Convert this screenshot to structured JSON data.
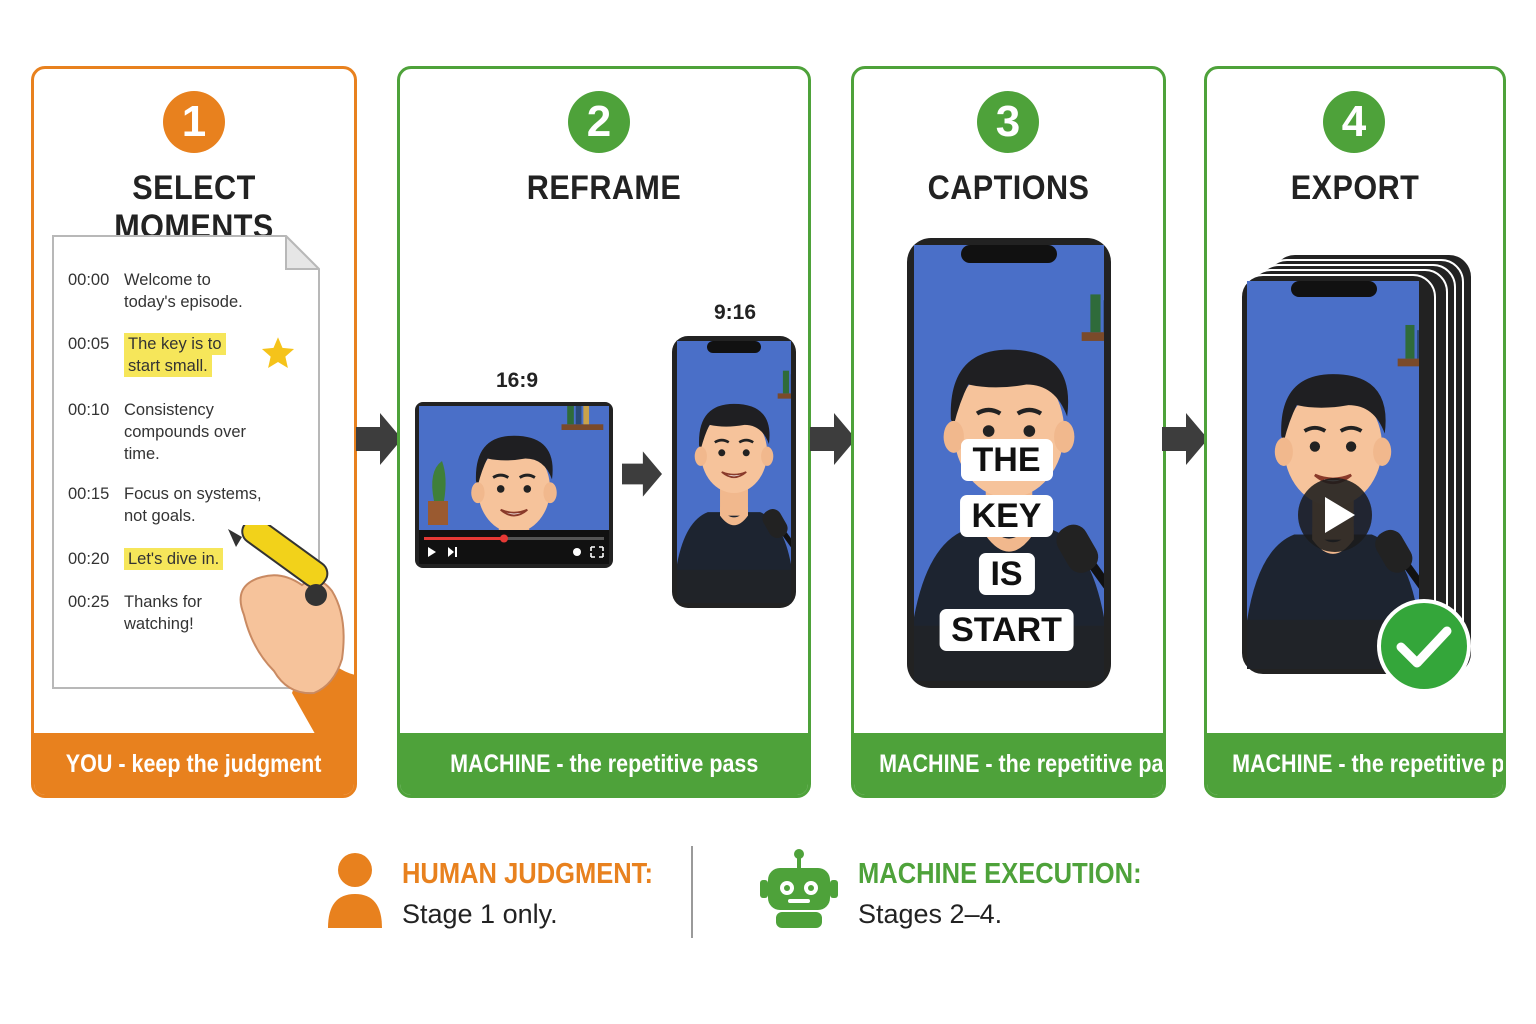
{
  "colors": {
    "human": "#e8811e",
    "machine": "#4ea23a",
    "scene_bg": "#4a6fc8",
    "shirt": "#1d2430"
  },
  "stages": [
    {
      "number": "1",
      "title": "SELECT MOMENTS",
      "footer": "YOU - keep the judgment"
    },
    {
      "number": "2",
      "title": "REFRAME",
      "footer": "MACHINE - the repetitive pass"
    },
    {
      "number": "3",
      "title": "CAPTIONS",
      "footer": "MACHINE - the repetitive pass"
    },
    {
      "number": "4",
      "title": "EXPORT",
      "footer": "MACHINE - the repetitive pass"
    }
  ],
  "transcript": [
    {
      "time": "00:00",
      "text1": "Welcome to",
      "text2": "today's episode.",
      "highlight": false
    },
    {
      "time": "00:05",
      "text1": "The key is to",
      "text2": "start small.",
      "highlight": true
    },
    {
      "time": "00:10",
      "text1": "Consistency",
      "text2": "compounds over",
      "text3": "time.",
      "highlight": false
    },
    {
      "time": "00:15",
      "text1": "Focus on systems,",
      "text2": "not goals.",
      "highlight": false
    },
    {
      "time": "00:20",
      "text1": "Let's dive in.",
      "highlight": true
    },
    {
      "time": "00:25",
      "text1": "Thanks for",
      "text2": "watching!",
      "highlight": false
    }
  ],
  "reframe": {
    "landscape_ratio": "16:9",
    "portrait_ratio": "9:16"
  },
  "captions": [
    "THE",
    "KEY",
    "IS",
    "START"
  ],
  "icons": [
    "star-icon",
    "highlighter-hand-icon",
    "play-icon",
    "checkmark-icon",
    "person-icon",
    "robot-icon",
    "arrow-right-icon"
  ],
  "legend": {
    "human": {
      "title": "HUMAN JUDGMENT:",
      "subtitle": "Stage 1 only."
    },
    "machine": {
      "title": "MACHINE EXECUTION:",
      "subtitle": "Stages 2–4."
    }
  }
}
